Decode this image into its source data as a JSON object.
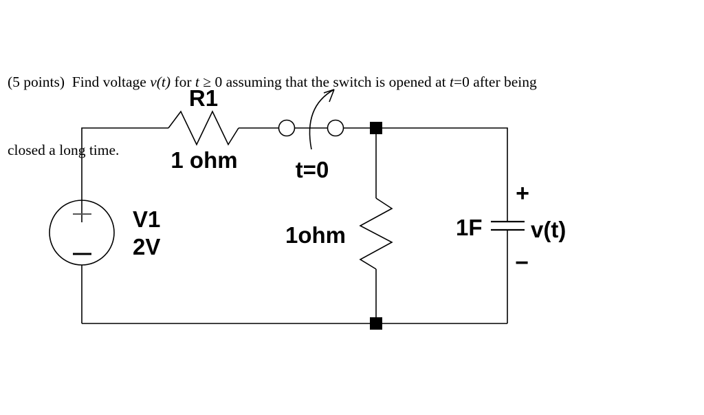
{
  "problem_statement": {
    "line1_segments": [
      {
        "text": "(5 points)  Find voltage "
      },
      {
        "text": "v(t)"
      },
      {
        "text": " for "
      },
      {
        "text": "t"
      },
      {
        "text": " ≥ 0 assuming that the switch is opened at "
      },
      {
        "text": "t"
      },
      {
        "text": "=0 after being"
      }
    ],
    "line2": "closed a long time."
  },
  "circuit": {
    "resistor_top": {
      "name": "R1",
      "value": "1 ohm"
    },
    "switch": {
      "label": "t=0"
    },
    "source": {
      "name": "V1",
      "value": "2V"
    },
    "resistor_middle": {
      "value": "1ohm"
    },
    "capacitor": {
      "value": "1F",
      "voltage_label": "v(t)",
      "plus": "+",
      "minus": "−"
    },
    "colors": {
      "line": "#000000",
      "background": "#ffffff",
      "plus_mark": "#555555"
    }
  }
}
